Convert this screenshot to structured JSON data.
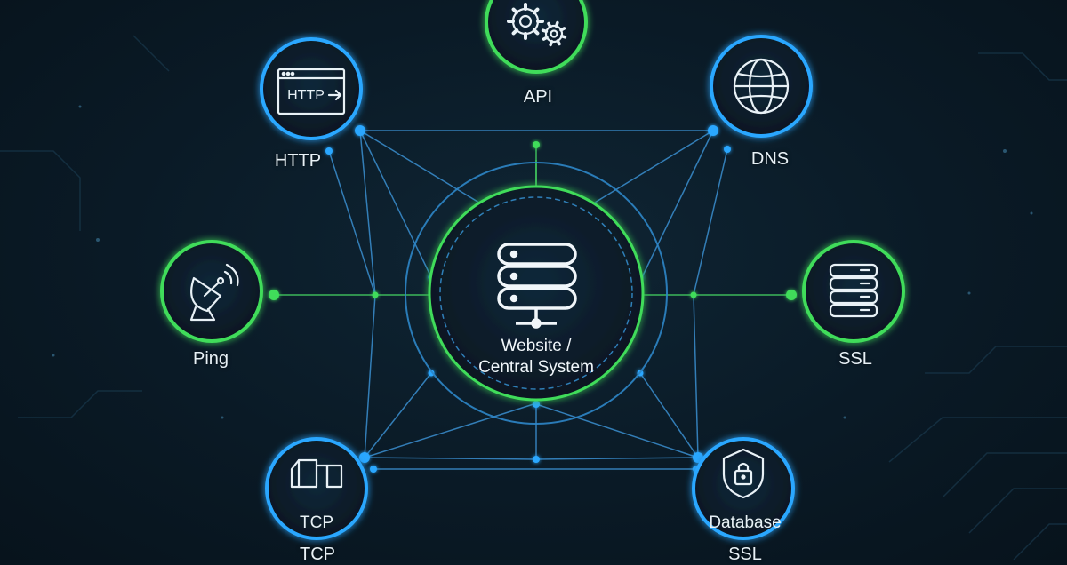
{
  "center": {
    "title_line1": "Website /",
    "title_line2": "Central System",
    "icon": "server-network-icon"
  },
  "nodes": [
    {
      "id": "api",
      "label": "API",
      "icon": "gears-icon",
      "ring": "green"
    },
    {
      "id": "http",
      "label": "HTTP",
      "icon_text": "HTTP",
      "icon": "browser-window-icon",
      "ring": "blue"
    },
    {
      "id": "dns",
      "label": "DNS",
      "icon": "globe-icon",
      "ring": "blue"
    },
    {
      "id": "ping",
      "label": "Ping",
      "icon": "satellite-dish-icon",
      "ring": "green"
    },
    {
      "id": "ssl",
      "label": "SSL",
      "icon": "database-icon",
      "ring": "green"
    },
    {
      "id": "tcp",
      "label": "TCP",
      "inner_label": "TCP",
      "icon": "blocks-icon",
      "ring": "blue"
    },
    {
      "id": "database",
      "label": "SSL",
      "inner_label": "Database",
      "icon": "shield-lock-icon",
      "ring": "blue"
    }
  ],
  "colors": {
    "background": "#0a1a26",
    "green": "#3fdc5a",
    "blue": "#2aa7ff",
    "line_blue": "#3a8fd0",
    "line_green": "#45d262",
    "icon": "#e8f1f6"
  }
}
